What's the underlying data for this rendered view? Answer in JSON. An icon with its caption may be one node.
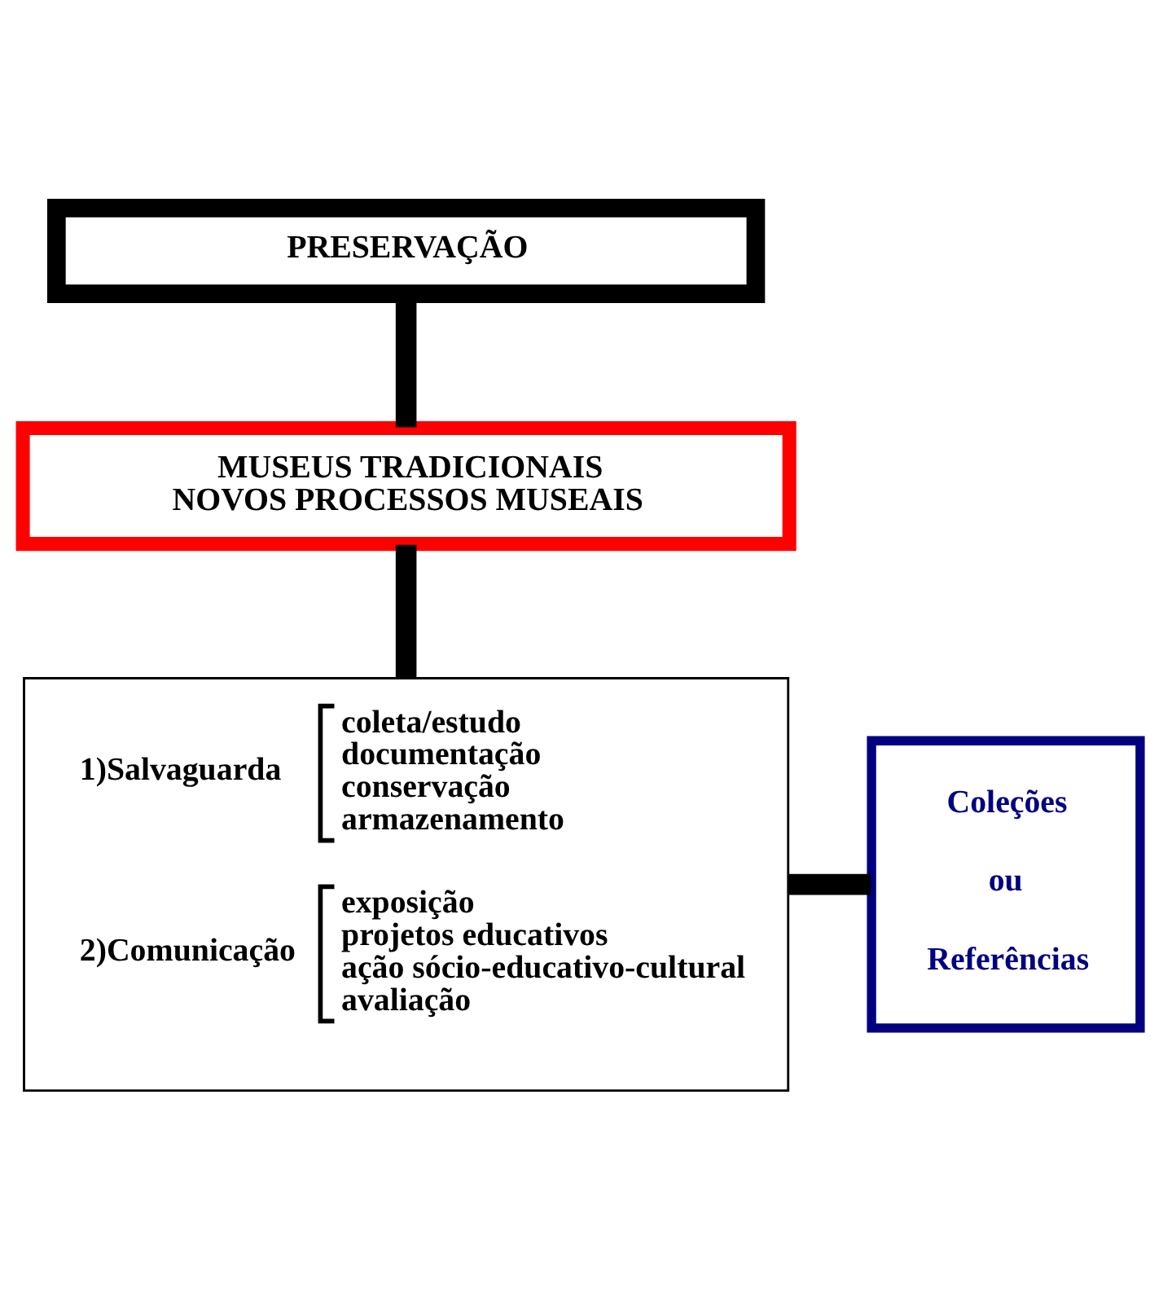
{
  "diagram": {
    "nodes": [
      {
        "text": [
          "PRESERVAÇÃO"
        ]
      },
      {
        "text": [
          "MUSEUS TRADICIONAIS",
          "NOVOS PROCESSOS MUSEAIS"
        ]
      },
      {
        "text": [
          "1)Salvaguarda",
          "coleta/estudo",
          "documentação",
          "conservação",
          "armazenamento",
          "2)Comunicação",
          "exposição",
          "projetos educativos",
          "ação sócio-educativo-cultural",
          "avaliação"
        ]
      },
      {
        "text": [
          "Coleções",
          "ou",
          "Referências"
        ]
      }
    ],
    "edges": [
      {
        "from": 0,
        "to": 1,
        "arrow": "none"
      },
      {
        "from": 1,
        "to": 2,
        "arrow": "none"
      },
      {
        "from": 2,
        "to": 3,
        "arrow": "none"
      }
    ]
  }
}
